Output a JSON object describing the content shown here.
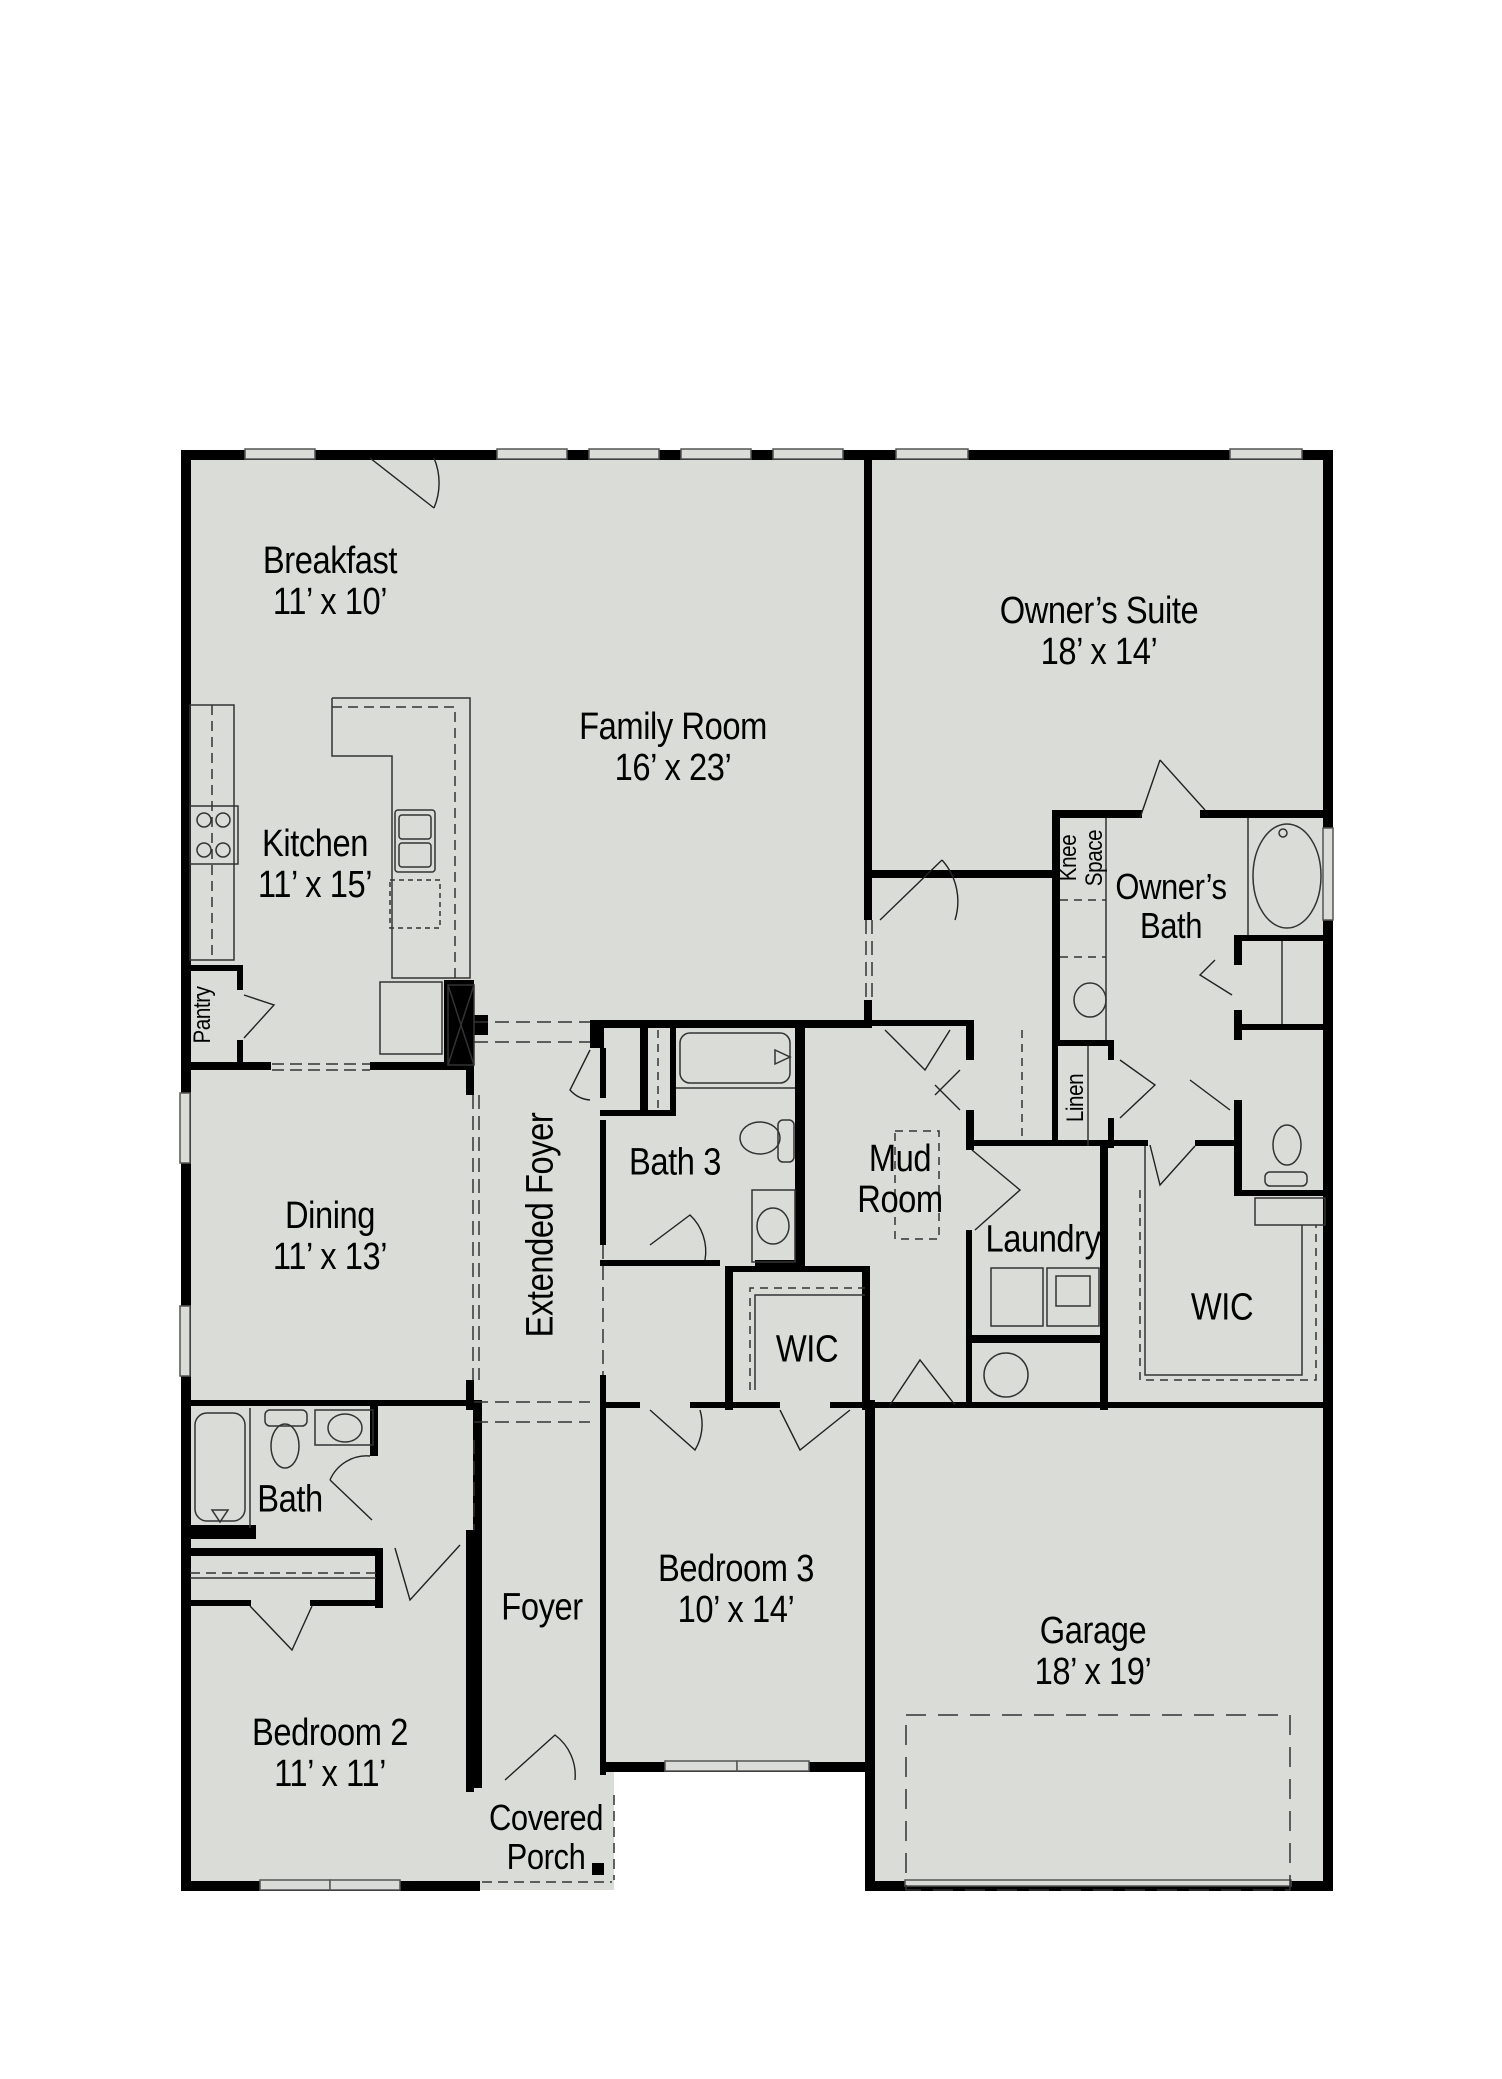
{
  "plan": {
    "background": "#ffffff",
    "floor_color": "#d9dcd7",
    "wall_color": "#000000"
  },
  "rooms": {
    "breakfast": {
      "name": "Breakfast",
      "dims": "11’ x 10’"
    },
    "family_room": {
      "name": "Family Room",
      "dims": "16’ x 23’"
    },
    "owners_suite": {
      "name": "Owner’s Suite",
      "dims": "18’ x 14’"
    },
    "kitchen": {
      "name": "Kitchen",
      "dims": "11’ x 15’"
    },
    "pantry": {
      "name": "Pantry"
    },
    "knee_space": {
      "line1": "Knee",
      "line2": "Space"
    },
    "owners_bath": {
      "line1": "Owner’s",
      "line2": "Bath"
    },
    "linen": {
      "name": "Linen"
    },
    "dining": {
      "name": "Dining",
      "dims": "11’ x 13’"
    },
    "extended_foyer": {
      "name": "Extended Foyer"
    },
    "bath3": {
      "name": "Bath 3"
    },
    "mud_room": {
      "line1": "Mud",
      "line2": "Room"
    },
    "laundry": {
      "name": "Laundry"
    },
    "wic_bed3": {
      "name": "WIC"
    },
    "wic_owner": {
      "name": "WIC"
    },
    "bath": {
      "name": "Bath"
    },
    "foyer": {
      "name": "Foyer"
    },
    "bedroom3": {
      "name": "Bedroom 3",
      "dims": "10’ x 14’"
    },
    "garage": {
      "name": "Garage",
      "dims": "18’ x 19’"
    },
    "bedroom2": {
      "name": "Bedroom 2",
      "dims": "11’ x 11’"
    },
    "covered_porch": {
      "line1": "Covered",
      "line2": "Porch"
    }
  }
}
